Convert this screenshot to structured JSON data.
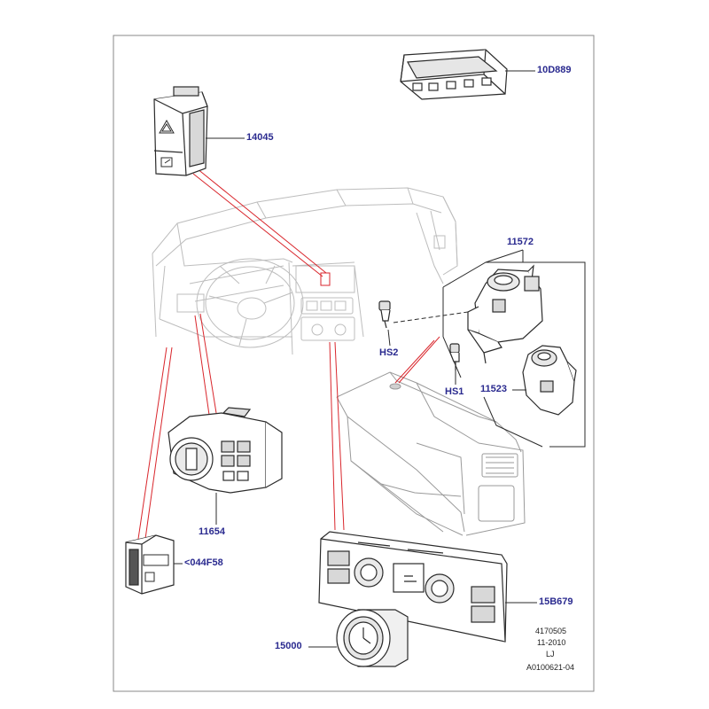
{
  "colors": {
    "label": "#2a2a8f",
    "callout_line": "#d9262c",
    "outline": "#2b2b2b",
    "ghost": "#bdbdbd",
    "frame": "#5a5a5a",
    "part_fill": "#ffffff",
    "part_shade": "#d8d8d8"
  },
  "callouts": {
    "p_10D889": "10D889",
    "p_14045": "14045",
    "p_11572": "11572",
    "p_HS2": "HS2",
    "p_HS1": "HS1",
    "p_11523": "11523",
    "p_11654": "11654",
    "p_044F58": "<044F58",
    "p_15B679": "15B679",
    "p_15000": "15000"
  },
  "reference": {
    "number": "4170505",
    "date": "11-2010",
    "initials": "LJ",
    "drawing_id": "A0100621-04"
  },
  "icons": {
    "hazard": "hazard-triangle-icon",
    "lock": "door-lock-icon",
    "obd": "obd-port-icon"
  }
}
